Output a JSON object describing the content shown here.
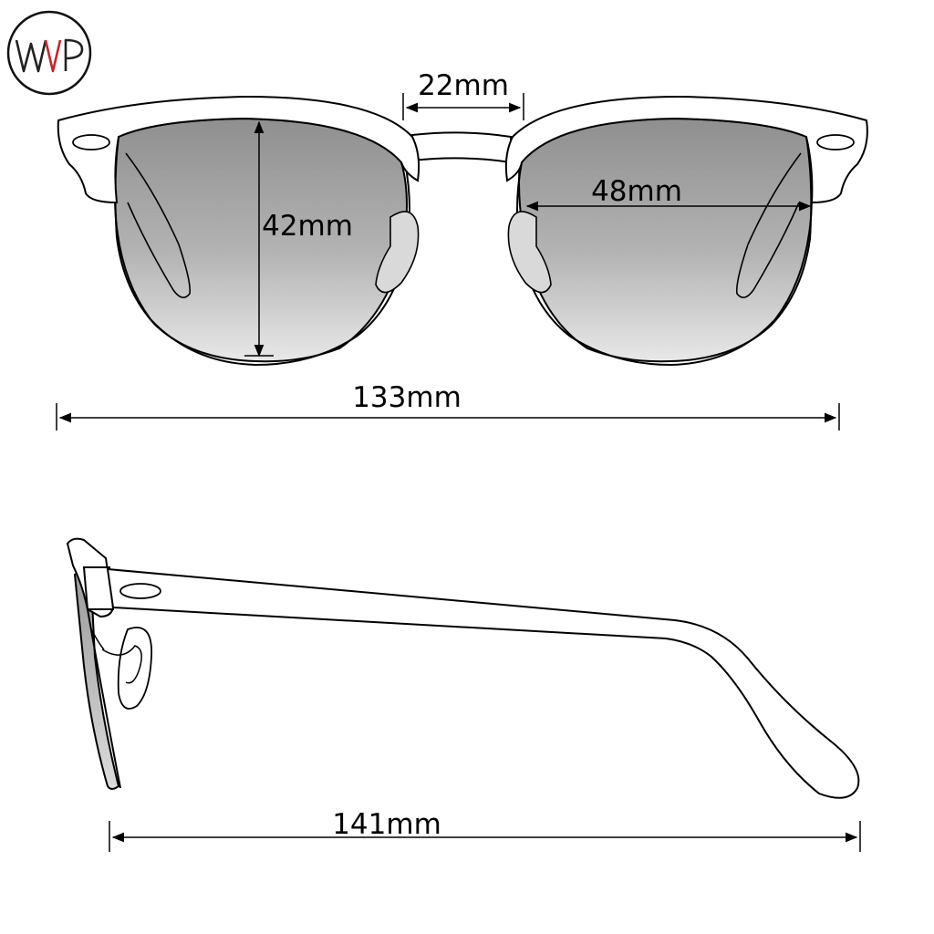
{
  "logo": {
    "text": "WP",
    "colors": {
      "ring": "#111111",
      "accent": "#c8232c",
      "ink": "#222222"
    }
  },
  "front_view": {
    "bridge_width": "22mm",
    "lens_height": "42mm",
    "lens_width": "48mm",
    "total_width": "133mm"
  },
  "side_view": {
    "temple_length": "141mm"
  },
  "colors": {
    "outline": "#000000",
    "lens_top": "#8f8f8f",
    "lens_bottom": "#e6e6e6",
    "frame_fill": "#ffffff"
  }
}
